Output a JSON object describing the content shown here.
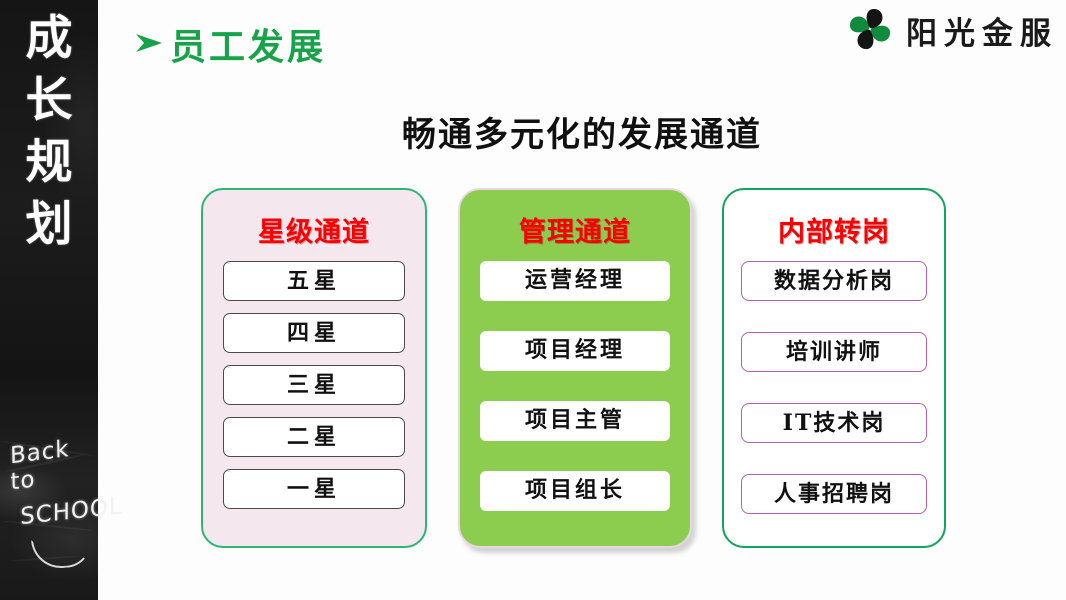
{
  "sidebar": {
    "vertical_title_chars": [
      "成",
      "长",
      "规",
      "划"
    ],
    "chalk_line1": "Back to",
    "chalk_line2": "SCHOOL"
  },
  "header": {
    "bullet_icon": "green-arrow-bullet-icon",
    "section_title": "员工发展"
  },
  "brand": {
    "logo_icon": "four-petal-clover-logo-icon",
    "name": "阳光金服"
  },
  "main": {
    "title": "畅通多元化的发展通道",
    "columns": [
      {
        "heading": "星级通道",
        "bg_color": "#F4E7EE",
        "border_color": "#2BB673",
        "heading_color": "#FA0000",
        "items": [
          "五星",
          "四星",
          "三星",
          "二星",
          "一星"
        ]
      },
      {
        "heading": "管理通道",
        "bg_color": "#8CCD4F",
        "border_color": "#E7D7E3",
        "heading_color": "#FA0000",
        "items": [
          "运营经理",
          "项目经理",
          "项目主管",
          "项目组长"
        ]
      },
      {
        "heading": "内部转岗",
        "bg_color": "#FFFFFF",
        "border_color": "#11A35F",
        "heading_color": "#FA0000",
        "items": [
          "数据分析岗",
          "培训讲师",
          "IT技术岗",
          "人事招聘岗"
        ]
      }
    ]
  }
}
